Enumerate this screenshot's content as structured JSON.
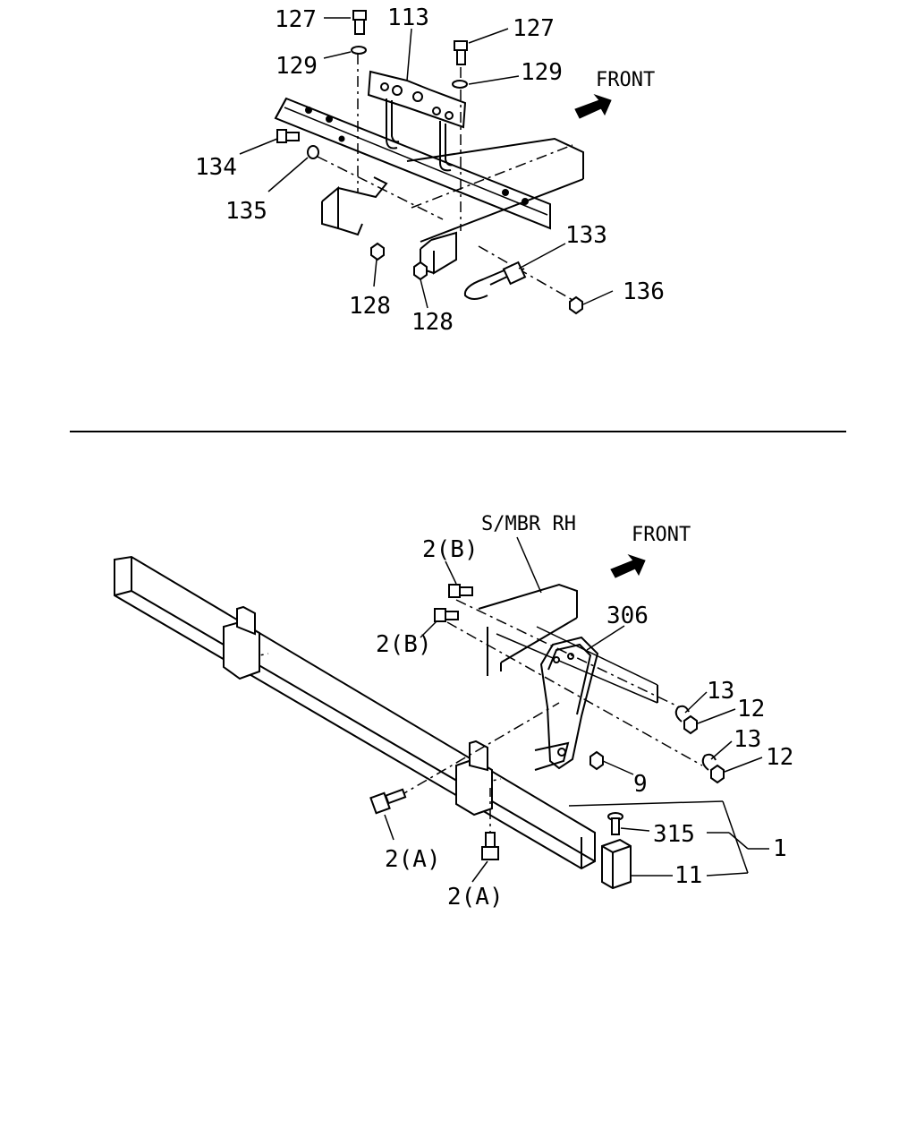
{
  "upper_diagram": {
    "labels": {
      "p127a": "127",
      "p113": "113",
      "p127b": "127",
      "p129a": "129",
      "p129b": "129",
      "front": "FRONT",
      "p134": "134",
      "p135": "135",
      "p133": "133",
      "p136": "136",
      "p128a": "128",
      "p128b": "128"
    }
  },
  "lower_diagram": {
    "labels": {
      "smbr": "S/MBR RH",
      "front": "FRONT",
      "p2b_top": "2(B)",
      "p2b_mid": "2(B)",
      "p306": "306",
      "p13a": "13",
      "p12a": "12",
      "p13b": "13",
      "p12b": "12",
      "p9": "9",
      "p315": "315",
      "p1": "1",
      "p11": "11",
      "p2a_left": "2(A)",
      "p2a_bottom": "2(A)"
    }
  }
}
